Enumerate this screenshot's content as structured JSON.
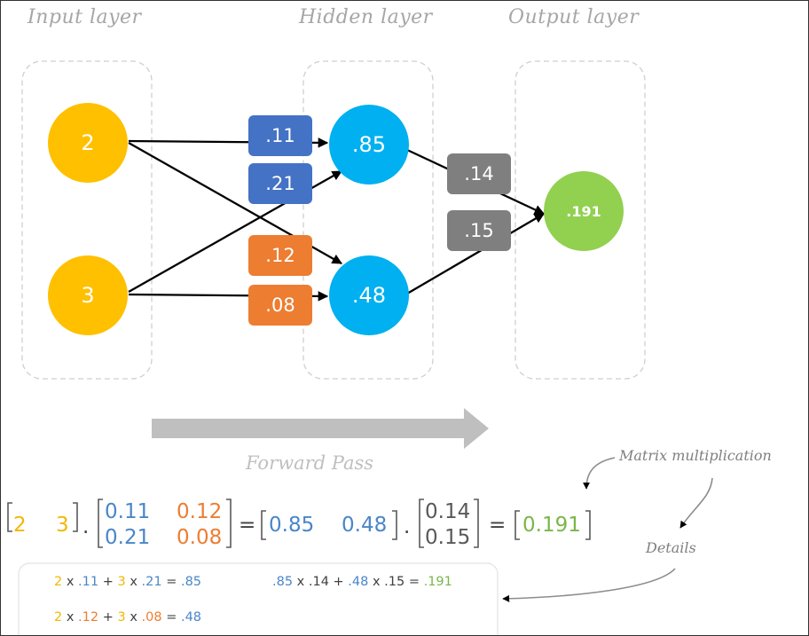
{
  "layers": {
    "input_title": "Input layer",
    "hidden_title": "Hidden layer",
    "output_title": "Output layer"
  },
  "nodes": {
    "input_1": "2",
    "input_2": "3",
    "hidden_1": ".85",
    "hidden_2": ".48",
    "output": ".191"
  },
  "weights": {
    "w11": ".11",
    "w21": ".21",
    "w12": ".12",
    "w22": ".08",
    "v1": ".14",
    "v2": ".15"
  },
  "arrow_label": "Forward Pass",
  "equation": {
    "input_row": [
      "2",
      "3"
    ],
    "w_row1": [
      "0.11",
      "0.12"
    ],
    "w_row2": [
      "0.21",
      "0.08"
    ],
    "hidden_row": [
      "0.85",
      "0.48"
    ],
    "v_col": [
      "0.14",
      "0.15"
    ],
    "result": "0.191",
    "dot": ".",
    "equals": "="
  },
  "annotations": {
    "matrix": "Matrix multiplication",
    "details": "Details"
  },
  "details": {
    "line1": [
      "2",
      " x ",
      ".11",
      " + ",
      "3",
      " x ",
      ".21",
      " = ",
      ".85"
    ],
    "line2": [
      ".85",
      " x .14 + ",
      ".48",
      " x .15 = ",
      ".191"
    ],
    "line3": [
      "2",
      " x ",
      ".12",
      " + ",
      "3",
      " x ",
      ".08",
      " = ",
      ".48"
    ]
  },
  "colors": {
    "input": "#ffc000",
    "hidden": "#00b0f0",
    "output": "#92d050",
    "weight_blue": "#4472c4",
    "weight_orange": "#ed7d31",
    "weight_gray": "#7f7f7f"
  }
}
